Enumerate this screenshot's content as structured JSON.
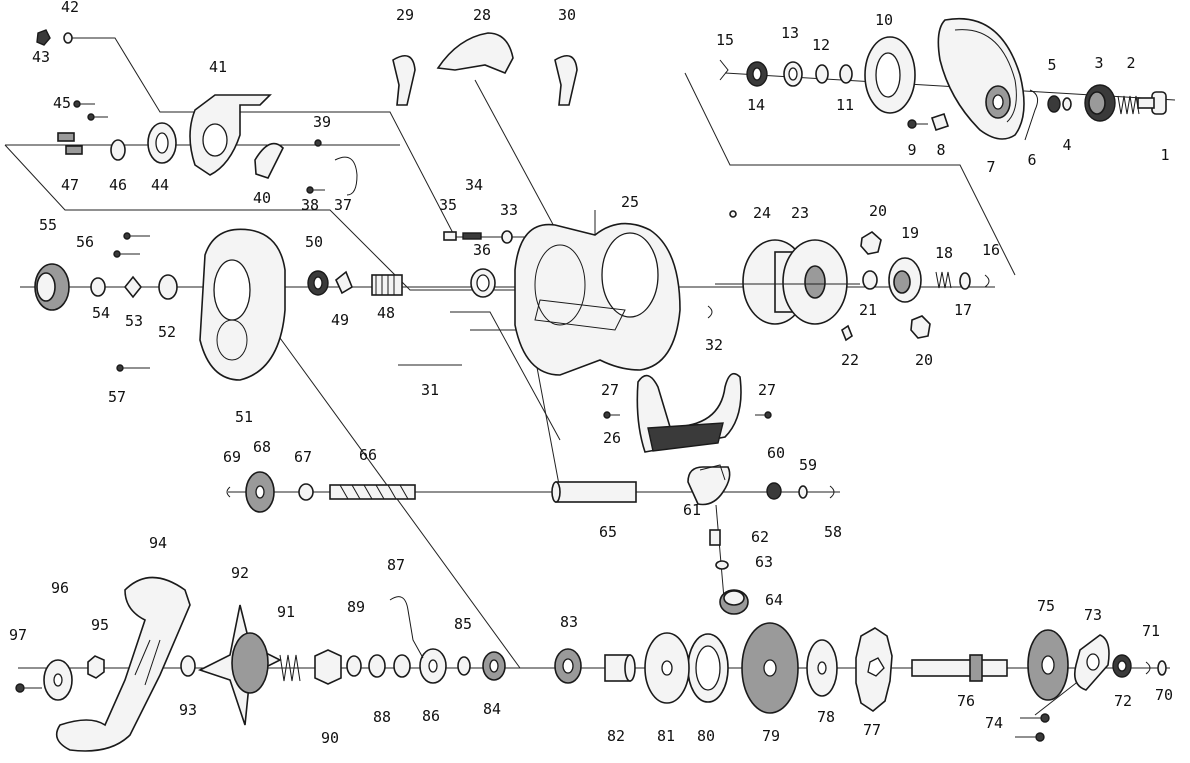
{
  "diagram": {
    "parts": [
      {
        "id": "p1",
        "label": "1"
      },
      {
        "id": "p2",
        "label": "2"
      },
      {
        "id": "p3",
        "label": "3"
      },
      {
        "id": "p4",
        "label": "4"
      },
      {
        "id": "p5",
        "label": "5"
      },
      {
        "id": "p6",
        "label": "6"
      },
      {
        "id": "p7",
        "label": "7"
      },
      {
        "id": "p8",
        "label": "8"
      },
      {
        "id": "p9",
        "label": "9"
      },
      {
        "id": "p10",
        "label": "10"
      },
      {
        "id": "p11",
        "label": "11"
      },
      {
        "id": "p12",
        "label": "12"
      },
      {
        "id": "p13",
        "label": "13"
      },
      {
        "id": "p14",
        "label": "14"
      },
      {
        "id": "p15",
        "label": "15"
      },
      {
        "id": "p16",
        "label": "16"
      },
      {
        "id": "p17",
        "label": "17"
      },
      {
        "id": "p18",
        "label": "18"
      },
      {
        "id": "p19",
        "label": "19"
      },
      {
        "id": "p20a",
        "label": "20"
      },
      {
        "id": "p20b",
        "label": "20"
      },
      {
        "id": "p21",
        "label": "21"
      },
      {
        "id": "p22",
        "label": "22"
      },
      {
        "id": "p23",
        "label": "23"
      },
      {
        "id": "p24",
        "label": "24"
      },
      {
        "id": "p25",
        "label": "25"
      },
      {
        "id": "p26",
        "label": "26"
      },
      {
        "id": "p27a",
        "label": "27"
      },
      {
        "id": "p27b",
        "label": "27"
      },
      {
        "id": "p28",
        "label": "28"
      },
      {
        "id": "p29",
        "label": "29"
      },
      {
        "id": "p30",
        "label": "30"
      },
      {
        "id": "p31",
        "label": "31"
      },
      {
        "id": "p32",
        "label": "32"
      },
      {
        "id": "p33",
        "label": "33"
      },
      {
        "id": "p34",
        "label": "34"
      },
      {
        "id": "p35",
        "label": "35"
      },
      {
        "id": "p36",
        "label": "36"
      },
      {
        "id": "p37",
        "label": "37"
      },
      {
        "id": "p38",
        "label": "38"
      },
      {
        "id": "p39",
        "label": "39"
      },
      {
        "id": "p40",
        "label": "40"
      },
      {
        "id": "p41",
        "label": "41"
      },
      {
        "id": "p42",
        "label": "42"
      },
      {
        "id": "p43",
        "label": "43"
      },
      {
        "id": "p44",
        "label": "44"
      },
      {
        "id": "p45",
        "label": "45"
      },
      {
        "id": "p46",
        "label": "46"
      },
      {
        "id": "p47",
        "label": "47"
      },
      {
        "id": "p48",
        "label": "48"
      },
      {
        "id": "p49",
        "label": "49"
      },
      {
        "id": "p50",
        "label": "50"
      },
      {
        "id": "p51",
        "label": "51"
      },
      {
        "id": "p52",
        "label": "52"
      },
      {
        "id": "p53",
        "label": "53"
      },
      {
        "id": "p54",
        "label": "54"
      },
      {
        "id": "p55",
        "label": "55"
      },
      {
        "id": "p56",
        "label": "56"
      },
      {
        "id": "p57",
        "label": "57"
      },
      {
        "id": "p58",
        "label": "58"
      },
      {
        "id": "p59",
        "label": "59"
      },
      {
        "id": "p60",
        "label": "60"
      },
      {
        "id": "p61",
        "label": "61"
      },
      {
        "id": "p62",
        "label": "62"
      },
      {
        "id": "p63",
        "label": "63"
      },
      {
        "id": "p64",
        "label": "64"
      },
      {
        "id": "p65",
        "label": "65"
      },
      {
        "id": "p66",
        "label": "66"
      },
      {
        "id": "p67",
        "label": "67"
      },
      {
        "id": "p68",
        "label": "68"
      },
      {
        "id": "p69",
        "label": "69"
      },
      {
        "id": "p70",
        "label": "70"
      },
      {
        "id": "p71",
        "label": "71"
      },
      {
        "id": "p72",
        "label": "72"
      },
      {
        "id": "p73",
        "label": "73"
      },
      {
        "id": "p74",
        "label": "74"
      },
      {
        "id": "p75",
        "label": "75"
      },
      {
        "id": "p76",
        "label": "76"
      },
      {
        "id": "p77",
        "label": "77"
      },
      {
        "id": "p78",
        "label": "78"
      },
      {
        "id": "p79",
        "label": "79"
      },
      {
        "id": "p80",
        "label": "80"
      },
      {
        "id": "p81",
        "label": "81"
      },
      {
        "id": "p82",
        "label": "82"
      },
      {
        "id": "p83",
        "label": "83"
      },
      {
        "id": "p84",
        "label": "84"
      },
      {
        "id": "p85",
        "label": "85"
      },
      {
        "id": "p86",
        "label": "86"
      },
      {
        "id": "p87",
        "label": "87"
      },
      {
        "id": "p88",
        "label": "88"
      },
      {
        "id": "p89",
        "label": "89"
      },
      {
        "id": "p90",
        "label": "90"
      },
      {
        "id": "p91",
        "label": "91"
      },
      {
        "id": "p92",
        "label": "92"
      },
      {
        "id": "p93",
        "label": "93"
      },
      {
        "id": "p94",
        "label": "94"
      },
      {
        "id": "p95",
        "label": "95"
      },
      {
        "id": "p96",
        "label": "96"
      },
      {
        "id": "p97",
        "label": "97"
      }
    ]
  }
}
